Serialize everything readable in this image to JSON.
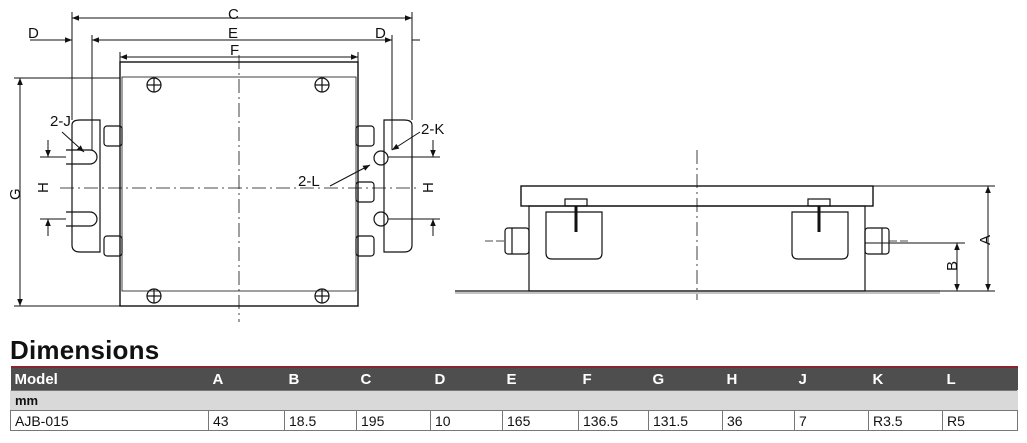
{
  "drawing": {
    "top_view_labels": {
      "c": "C",
      "d_left": "D",
      "d_right": "D",
      "e": "E",
      "f": "F",
      "g": "G",
      "h_left": "H",
      "h_right": "H",
      "j": "2-J",
      "k": "2-K",
      "l": "2-L"
    },
    "side_view_labels": {
      "a": "A",
      "b": "B"
    }
  },
  "heading": "Dimensions",
  "table": {
    "columns": [
      "Model",
      "A",
      "B",
      "C",
      "D",
      "E",
      "F",
      "G",
      "H",
      "J",
      "K",
      "L"
    ],
    "unit_label": "mm",
    "rows": [
      [
        "AJB-015",
        "43",
        "18.5",
        "195",
        "10",
        "165",
        "136.5",
        "131.5",
        "36",
        "7",
        "R3.5",
        "R5"
      ]
    ]
  }
}
